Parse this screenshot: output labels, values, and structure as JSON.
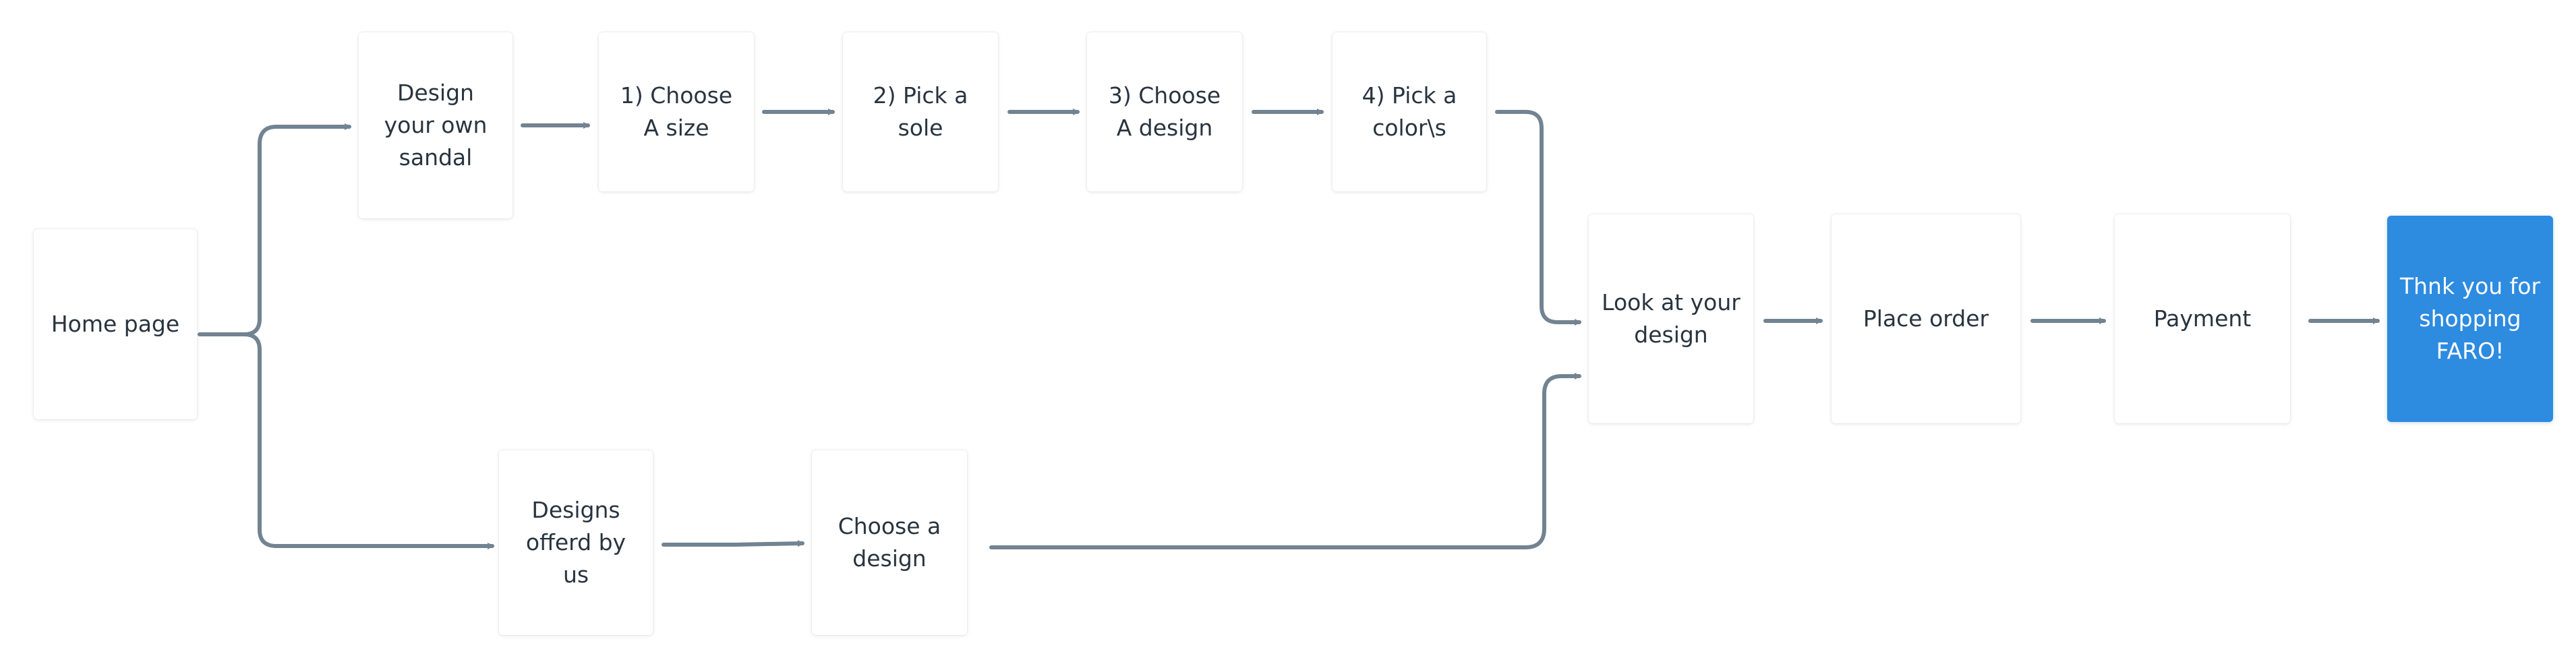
{
  "diagram": {
    "colors": {
      "connector": "#728391",
      "node_bg": "#ffffff",
      "node_text": "#28343f",
      "final_bg": "#2d8be0",
      "final_text": "#ffffff"
    },
    "nodes": {
      "home": {
        "lines": [
          "Home page"
        ]
      },
      "design_own": {
        "lines": [
          "Design",
          "your own",
          "sandal"
        ]
      },
      "size": {
        "lines": [
          "1) Choose",
          "A size"
        ]
      },
      "sole": {
        "lines": [
          "2) Pick a",
          "sole"
        ]
      },
      "choose_design_a": {
        "lines": [
          "3) Choose",
          "A design"
        ]
      },
      "color": {
        "lines": [
          "4) Pick a",
          "color\\s"
        ]
      },
      "offered": {
        "lines": [
          "Designs",
          "offerd by",
          "us"
        ]
      },
      "choose_design": {
        "lines": [
          "Choose a",
          "design"
        ]
      },
      "look": {
        "lines": [
          "Look at your",
          "design"
        ]
      },
      "place_order": {
        "lines": [
          "Place order"
        ]
      },
      "payment": {
        "lines": [
          "Payment"
        ]
      },
      "thanks": {
        "lines": [
          "Thnk you for",
          "shopping",
          "FARO!"
        ]
      }
    },
    "edges": [
      {
        "from": "home",
        "to": "design_own"
      },
      {
        "from": "home",
        "to": "offered"
      },
      {
        "from": "design_own",
        "to": "size"
      },
      {
        "from": "size",
        "to": "sole"
      },
      {
        "from": "sole",
        "to": "choose_design_a"
      },
      {
        "from": "choose_design_a",
        "to": "color"
      },
      {
        "from": "color",
        "to": "look"
      },
      {
        "from": "offered",
        "to": "choose_design"
      },
      {
        "from": "choose_design",
        "to": "look"
      },
      {
        "from": "look",
        "to": "place_order"
      },
      {
        "from": "place_order",
        "to": "payment"
      },
      {
        "from": "payment",
        "to": "thanks"
      }
    ]
  }
}
